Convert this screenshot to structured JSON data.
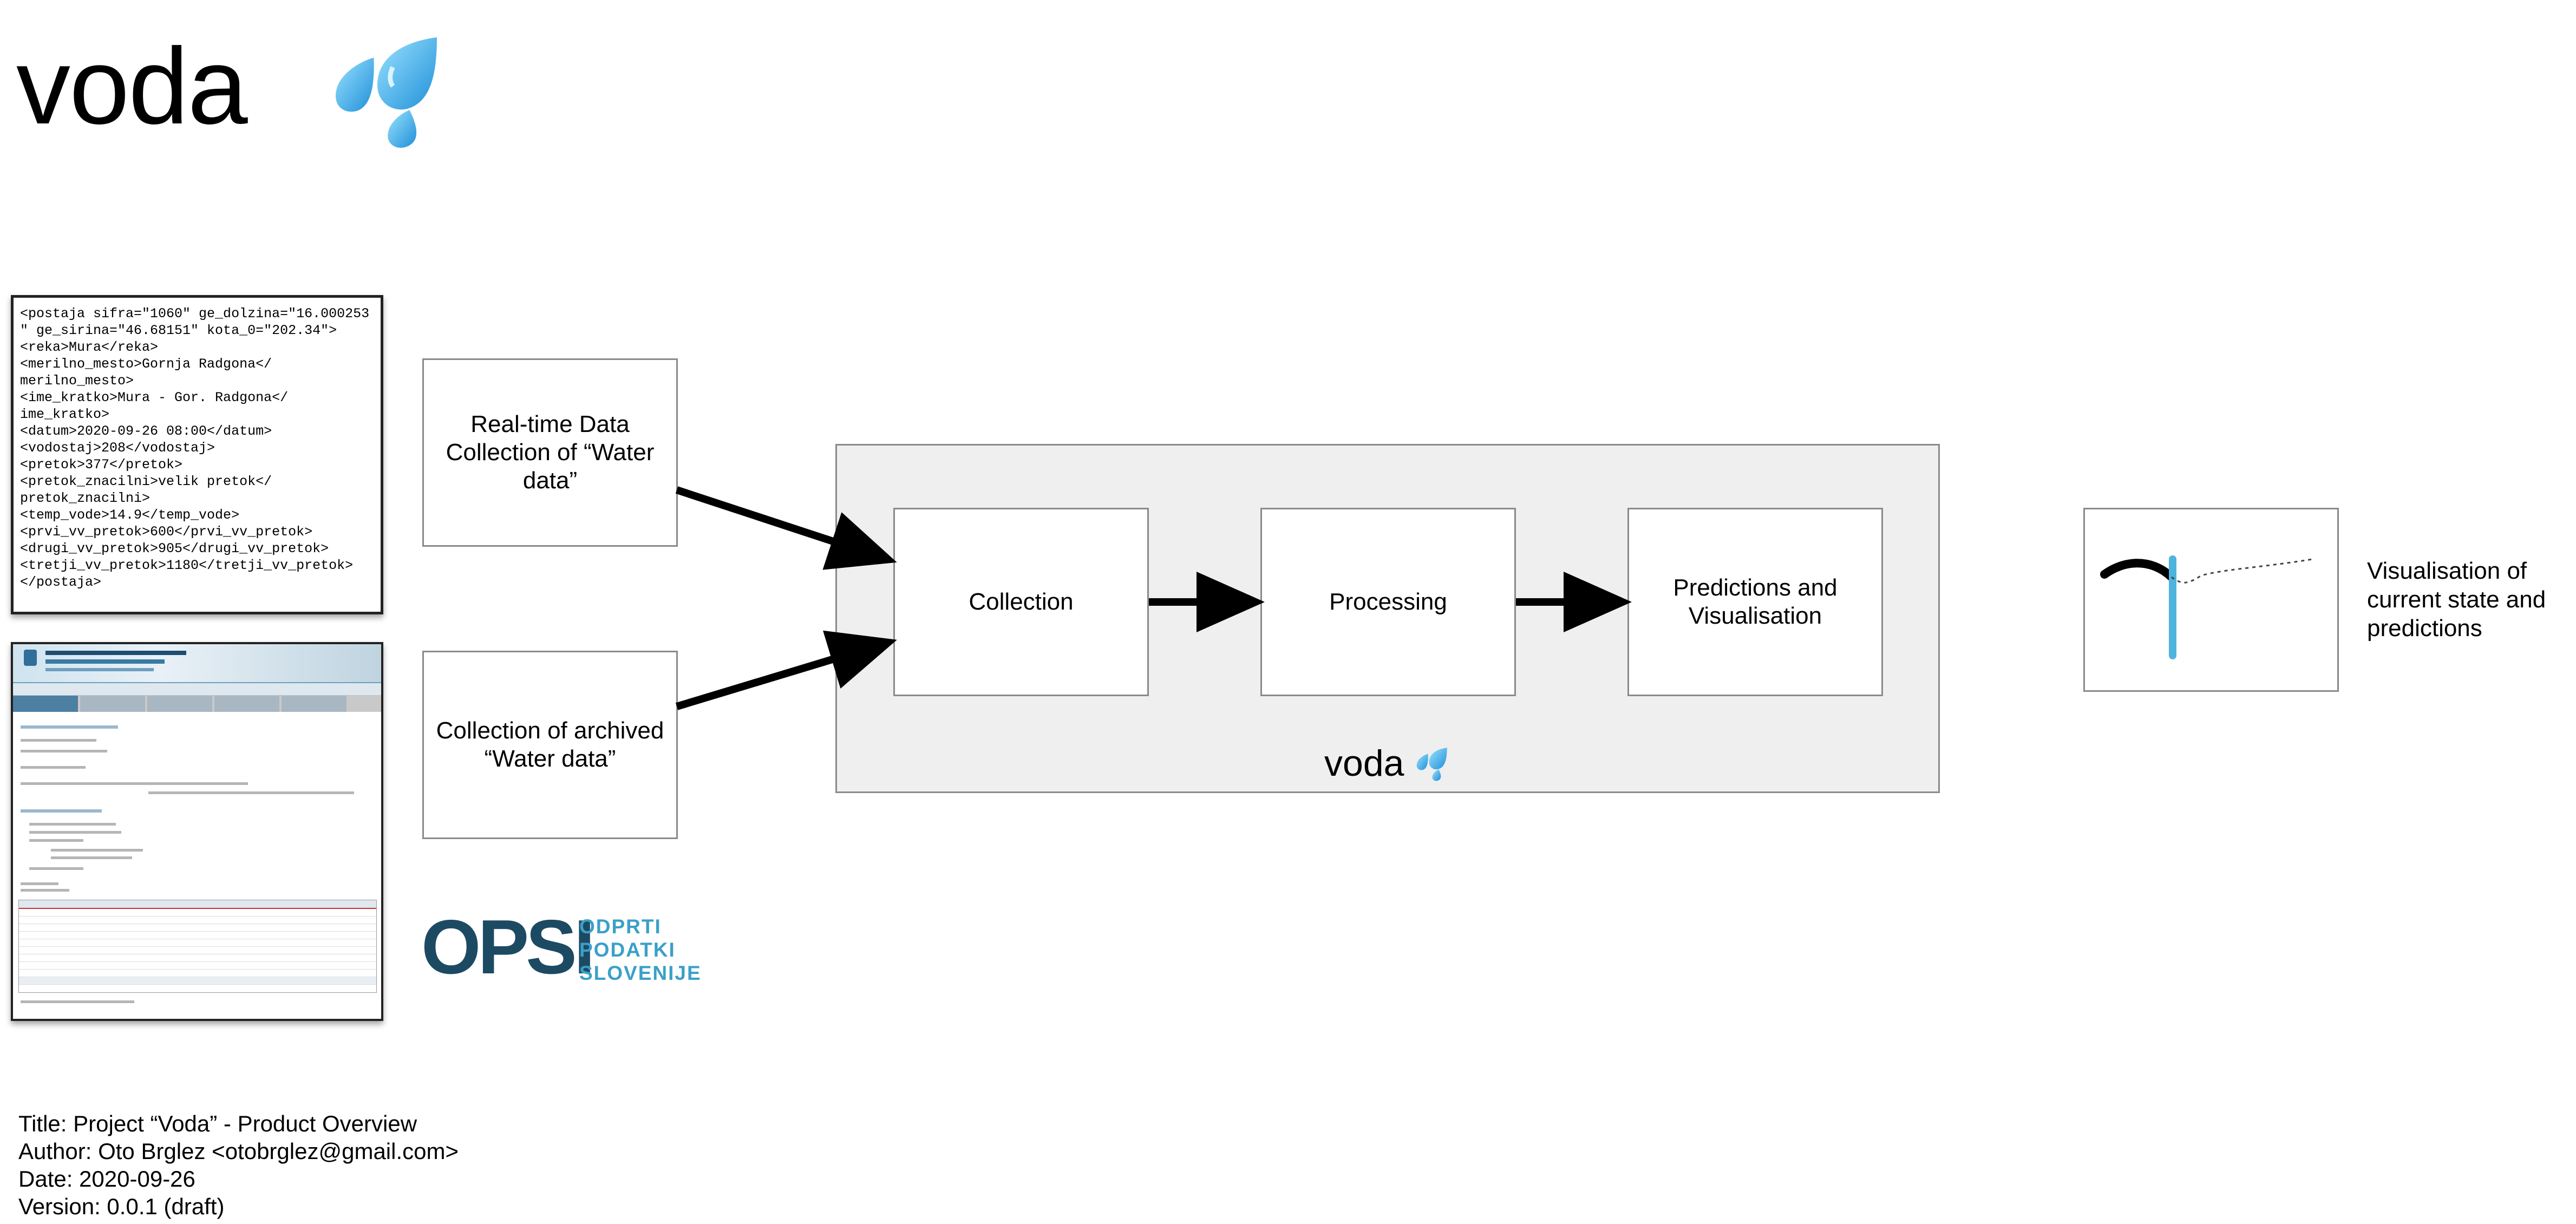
{
  "header": {
    "title": "voda",
    "frame_label": "voda"
  },
  "sources": {
    "xml_sample": "<postaja sifra=\"1060\" ge_dolzina=\"16.000253\n\" ge_sirina=\"46.68151\" kota_0=\"202.34\">\n<reka>Mura</reka>\n<merilno_mesto>Gornja Radgona</\nmerilno_mesto>\n<ime_kratko>Mura - Gor. Radgona</\nime_kratko>\n<datum>2020-09-26 08:00</datum>\n<vodostaj>208</vodostaj>\n<pretok>377</pretok>\n<pretok_znacilni>velik pretok</\npretok_znacilni>\n<temp_vode>14.9</temp_vode>\n<prvi_vv_pretok>600</prvi_vv_pretok>\n<drugi_vv_pretok>905</drugi_vv_pretok>\n<tretji_vv_pretok>1180</tretji_vv_pretok>\n</postaja>",
    "realtime_box": "Real-time Data Collection of “Water data”",
    "archive_box": "Collection of archived “Water data”"
  },
  "pipeline": {
    "collection": "Collection",
    "processing": "Processing",
    "predictions": "Predictions and Visualisation"
  },
  "output": {
    "caption": "Visualisation of current state and predictions"
  },
  "opsi": {
    "logo_word": "OPSI",
    "tagline_1": "ODPRTI",
    "tagline_2": "PODATKI",
    "tagline_3": "SLOVENIJE"
  },
  "footer": {
    "title": "Title: Project “Voda” - Product Overview",
    "author": "Author: Oto Brglez <otobrglez@gmail.com>",
    "date": "Date: 2020-09-26",
    "version": "Version: 0.0.1 (draft)"
  },
  "colors": {
    "frame_bg": "#efefef",
    "water_blue": "#4fb3e0",
    "opsi_dark": "#1d4a63",
    "opsi_light": "#3aa0c8"
  }
}
